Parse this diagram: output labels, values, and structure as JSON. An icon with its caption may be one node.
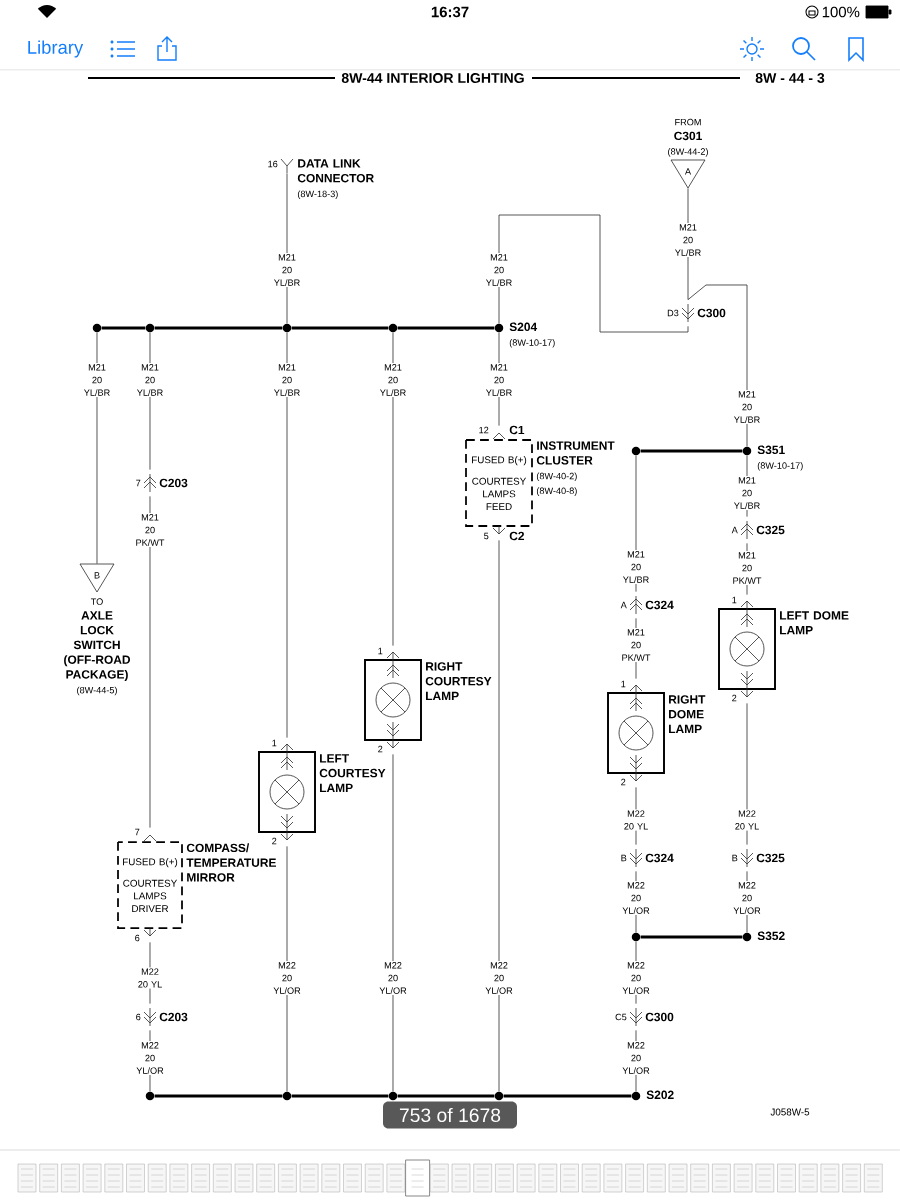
{
  "diagram": {
    "title": "8W-44 INTERIOR LIGHTING",
    "nodes": [
      {
        "text": [
          "16",
          "DATA LINK CONNECTOR",
          "(8W-18-3)"
        ]
      },
      {
        "text": [
          "FROM",
          "C301",
          "(8W-44-2)",
          "A"
        ]
      },
      {
        "text": [
          "D3",
          "C300"
        ]
      },
      {
        "text": [],
        "shape": "circle"
      },
      {
        "text": [],
        "shape": "circle"
      },
      {
        "text": [],
        "shape": "circle"
      },
      {
        "text": [],
        "shape": "circle"
      },
      {
        "text": [
          "S204",
          "(8W-10-17)"
        ]
      },
      {
        "text": [
          "S351",
          "(8W-10-17)"
        ]
      },
      {
        "text": [],
        "shape": "circle"
      },
      {
        "text": [
          "B",
          "TO",
          "AXLE LOCK SWITCH (OFF-ROAD PACKAGE)",
          "(8W-44-5)"
        ]
      },
      {
        "text": [
          "7",
          "C203"
        ]
      },
      {
        "text": [
          "12",
          "C1",
          "FUSED B(+)",
          "COURTESY LAMPS FEED",
          "INSTRUMENT CLUSTER",
          "(8W-40-2)",
          "(8W-40-8)",
          "5",
          "C2"
        ]
      },
      {
        "text": [
          "A",
          "C325"
        ]
      },
      {
        "text": [
          "A",
          "C324"
        ]
      },
      {
        "text": [
          "1",
          "RIGHT COURTESY LAMP",
          "2"
        ]
      },
      {
        "text": [
          "1",
          "LEFT DOME LAMP",
          "2"
        ]
      },
      {
        "text": [
          "1",
          "RIGHT DOME LAMP",
          "2"
        ]
      },
      {
        "text": [
          "1",
          "LEFT COURTESY LAMP",
          "2"
        ]
      },
      {
        "text": [
          "7",
          "FUSED B(+)",
          "COURTESY LAMPS DRIVER",
          "COMPASS/ TEMPERATURE MIRROR",
          "6"
        ]
      },
      {
        "text": [
          "B",
          "C324"
        ]
      },
      {
        "text": [
          "B",
          "C325"
        ]
      },
      {
        "text": [],
        "shape": "circle"
      },
      {
        "text": [
          "S352"
        ]
      },
      {
        "text": [
          "6",
          "C203"
        ]
      },
      {
        "text": [
          "C5",
          "C300"
        ]
      },
      {
        "text": [],
        "shape": "circle"
      },
      {
        "text": [],
        "shape": "circle"
      },
      {
        "text": [],
        "shape": "circle"
      },
      {
        "text": [],
        "shape": "circle"
      },
      {
        "text": [
          "S202"
        ]
      }
    ],
    "edges": [
      {
        "from": 0,
        "to": 5,
        "arrow": "none",
        "label": "M21 20 YL/BR"
      },
      {
        "from": 1,
        "to": 2,
        "arrow": "none",
        "label": "M21 20 YL/BR"
      },
      {
        "from": 2,
        "to": 7,
        "arrow": "none",
        "label": "M21 20 YL/BR"
      },
      {
        "from": 2,
        "to": 8,
        "arrow": "none",
        "label": "M21 20 YL/BR"
      },
      {
        "from": 3,
        "to": 4,
        "arrow": "none",
        "style": "thick"
      },
      {
        "from": 4,
        "to": 5,
        "arrow": "none",
        "style": "thick"
      },
      {
        "from": 5,
        "to": 6,
        "arrow": "none",
        "style": "thick"
      },
      {
        "from": 6,
        "to": 7,
        "arrow": "none",
        "style": "thick"
      },
      {
        "from": 3,
        "to": 10,
        "arrow": "none",
        "label": "M21 20 YL/BR"
      },
      {
        "from": 4,
        "to": 11,
        "arrow": "none",
        "label": "M21 20 YL/BR"
      },
      {
        "from": 11,
        "to": 19,
        "arrow": "none",
        "label": "M21 20 PK/WT"
      },
      {
        "from": 5,
        "to": 18,
        "arrow": "none",
        "label": "M21 20 YL/BR"
      },
      {
        "from": 6,
        "to": 15,
        "arrow": "none",
        "label": "M21 20 YL/BR"
      },
      {
        "from": 7,
        "to": 12,
        "arrow": "none",
        "label": "M21 20 YL/BR"
      },
      {
        "from": 9,
        "to": 8,
        "arrow": "none",
        "style": "thick"
      },
      {
        "from": 8,
        "to": 13,
        "arrow": "none",
        "label": "M21 20 YL/BR"
      },
      {
        "from": 13,
        "to": 16,
        "arrow": "none",
        "label": "M21 20 PK/WT"
      },
      {
        "from": 9,
        "to": 14,
        "arrow": "none",
        "label": "M21 20 YL/BR"
      },
      {
        "from": 14,
        "to": 17,
        "arrow": "none",
        "label": "M21 20 PK/WT"
      },
      {
        "from": 17,
        "to": 20,
        "arrow": "none",
        "label": "M22 20 YL"
      },
      {
        "from": 16,
        "to": 21,
        "arrow": "none",
        "label": "M22 20 YL"
      },
      {
        "from": 20,
        "to": 22,
        "arrow": "none",
        "label": "M22 20 YL/OR"
      },
      {
        "from": 21,
        "to": 23,
        "arrow": "none",
        "label": "M22 20 YL/OR"
      },
      {
        "from": 22,
        "to": 23,
        "arrow": "none",
        "style": "thick"
      },
      {
        "from": 22,
        "to": 25,
        "arrow": "none",
        "label": "M22 20 YL/OR"
      },
      {
        "from": 25,
        "to": 30,
        "arrow": "none",
        "label": "M22 20 YL/OR"
      },
      {
        "from": 19,
        "to": 24,
        "arrow": "none",
        "label": "M22 20 YL"
      },
      {
        "from": 24,
        "to": 26,
        "arrow": "none",
        "label": "M22 20 YL/OR"
      },
      {
        "from": 18,
        "to": 27,
        "arrow": "none",
        "label": "M22 20 YL/OR"
      },
      {
        "from": 15,
        "to": 28,
        "arrow": "none",
        "label": "M22 20 YL/OR"
      },
      {
        "from": 12,
        "to": 29,
        "arrow": "none",
        "label": "M22 20 YL/OR"
      },
      {
        "from": 26,
        "to": 27,
        "arrow": "none",
        "style": "thick"
      },
      {
        "from": 27,
        "to": 28,
        "arrow": "none",
        "style": "thick"
      },
      {
        "from": 28,
        "to": 29,
        "arrow": "none",
        "style": "thick"
      },
      {
        "from": 29,
        "to": 30,
        "arrow": "none",
        "style": "thick"
      }
    ],
    "labels": [
      "16:37",
      "100%",
      "Library",
      "8W - 44 - 3",
      "J058W-5",
      "753 of 1678"
    ]
  }
}
